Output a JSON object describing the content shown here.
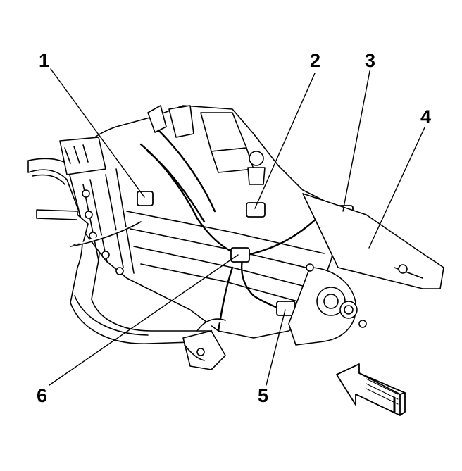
{
  "callouts": [
    {
      "id": "1",
      "label": "1"
    },
    {
      "id": "2",
      "label": "2"
    },
    {
      "id": "3",
      "label": "3"
    },
    {
      "id": "4",
      "label": "4"
    },
    {
      "id": "5",
      "label": "5"
    },
    {
      "id": "6",
      "label": "6"
    }
  ],
  "icons": {
    "view_arrow": "view-direction-arrow-icon"
  }
}
